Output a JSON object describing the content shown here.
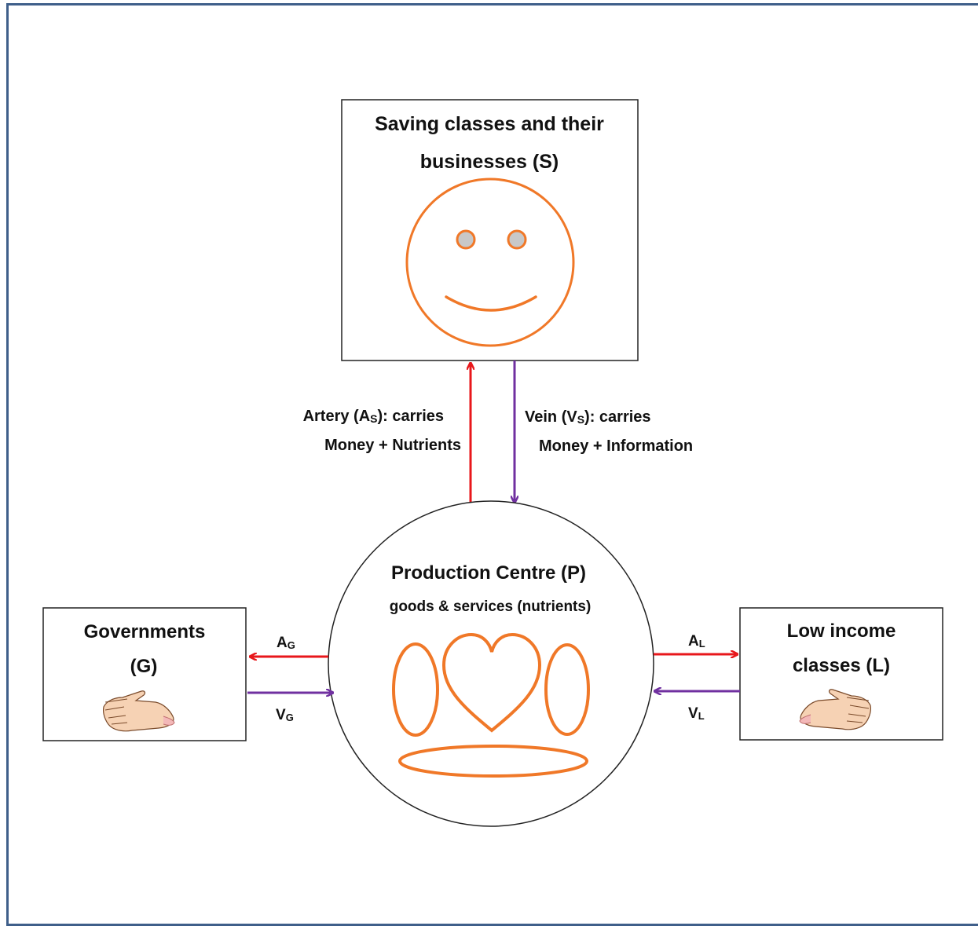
{
  "boxes": {
    "saving": {
      "line1": "Saving classes and their",
      "line2": "businesses (S)"
    },
    "governments": {
      "line1": "Governments",
      "line2": "(G)"
    },
    "low_income": {
      "line1": "Low income",
      "line2": "classes (L)"
    }
  },
  "production": {
    "title": "Production Centre (P)",
    "subtitle": "goods & services (nutrients)"
  },
  "arrows": {
    "artery_s": {
      "line1_prefix": "Artery (A",
      "sub": "S",
      "line1_suffix": "): carries",
      "line2": "Money + Nutrients"
    },
    "vein_s": {
      "line1_prefix": "Vein (V",
      "sub": "S",
      "line1_suffix": "): carries",
      "line2": "Money + Information"
    },
    "a_g": {
      "main": "A",
      "sub": "G"
    },
    "v_g": {
      "main": "V",
      "sub": "G"
    },
    "a_l": {
      "main": "A",
      "sub": "L"
    },
    "v_l": {
      "main": "V",
      "sub": "L"
    }
  },
  "colors": {
    "artery": "#e8171b",
    "vein": "#7030a0",
    "accent": "#f07828",
    "frame": "#3f5f8a"
  },
  "icons": [
    "smiley-face-icon",
    "heart-icon",
    "hand-icon"
  ]
}
